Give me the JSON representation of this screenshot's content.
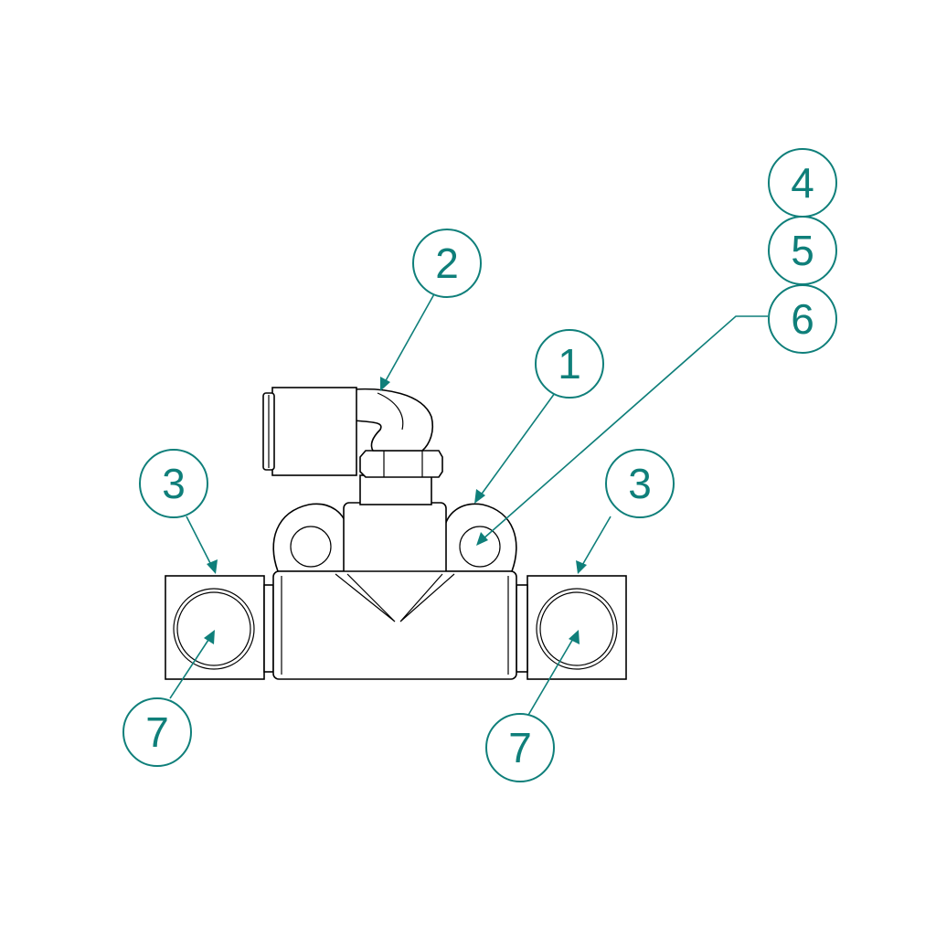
{
  "colors": {
    "balloon": "#0f7f7a",
    "line": "#000000",
    "background": "#ffffff"
  },
  "balloons": [
    {
      "id": "b1",
      "label": "1"
    },
    {
      "id": "b2",
      "label": "2"
    },
    {
      "id": "b3a",
      "label": "3"
    },
    {
      "id": "b3b",
      "label": "3"
    },
    {
      "id": "b4",
      "label": "4"
    },
    {
      "id": "b5",
      "label": "5"
    },
    {
      "id": "b6",
      "label": "6"
    },
    {
      "id": "b7a",
      "label": "7"
    },
    {
      "id": "b7b",
      "label": "7"
    }
  ]
}
